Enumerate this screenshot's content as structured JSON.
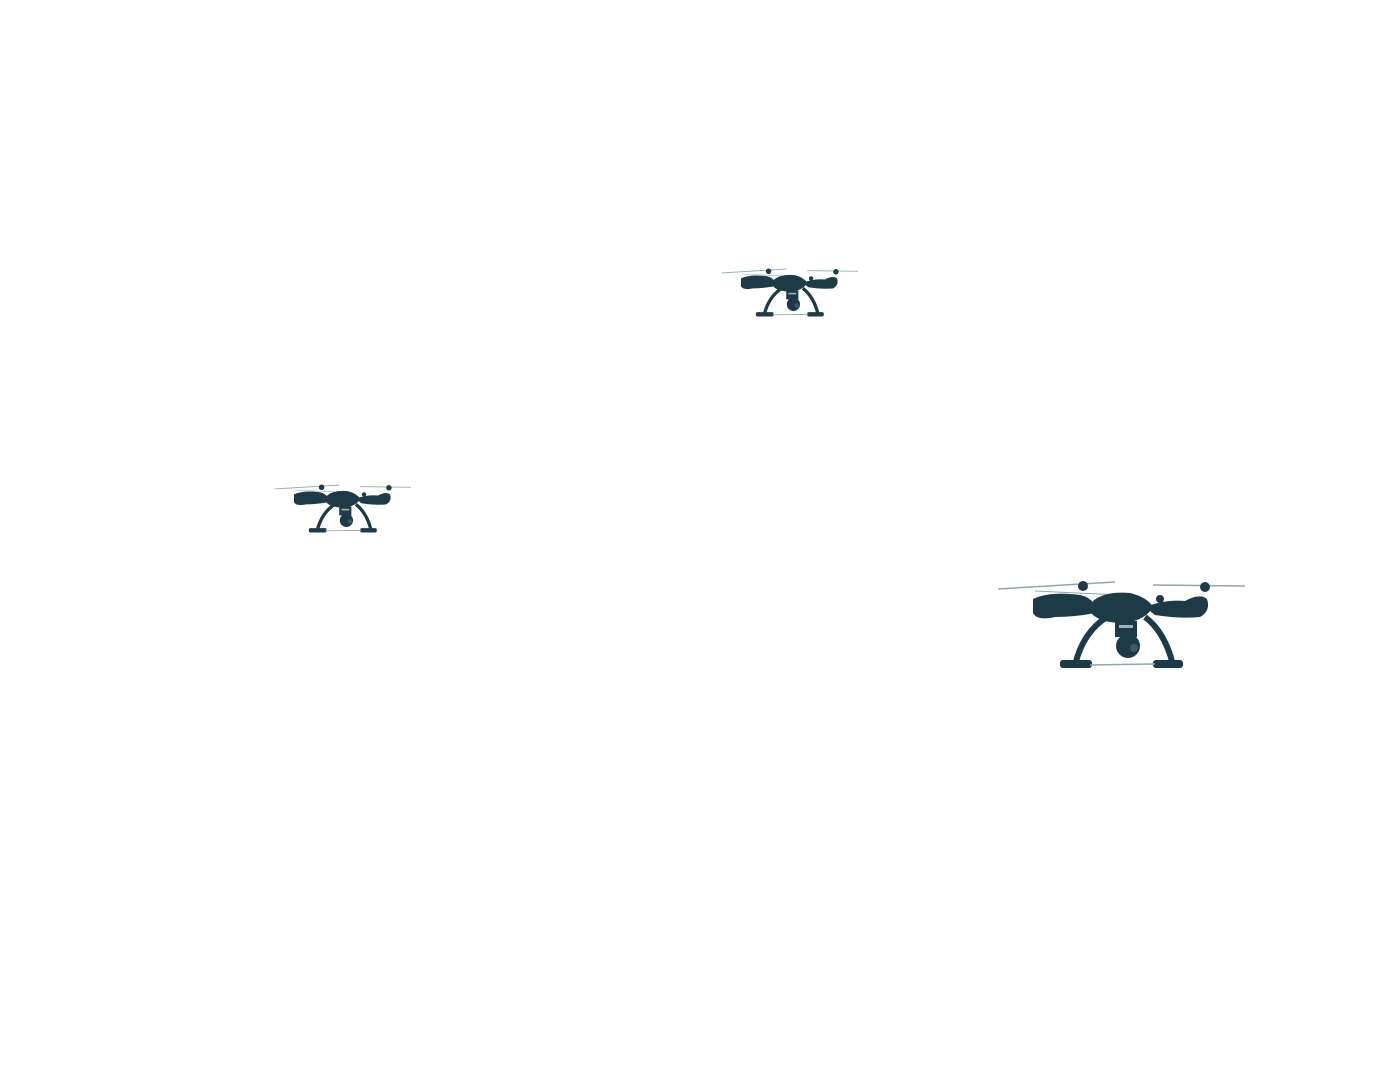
{
  "scene": {
    "background": "#ffffff",
    "subject_color": "#1f3a47",
    "drones": [
      {
        "label": "quadcopter-top"
      },
      {
        "label": "quadcopter-left"
      },
      {
        "label": "quadcopter-right"
      }
    ]
  }
}
